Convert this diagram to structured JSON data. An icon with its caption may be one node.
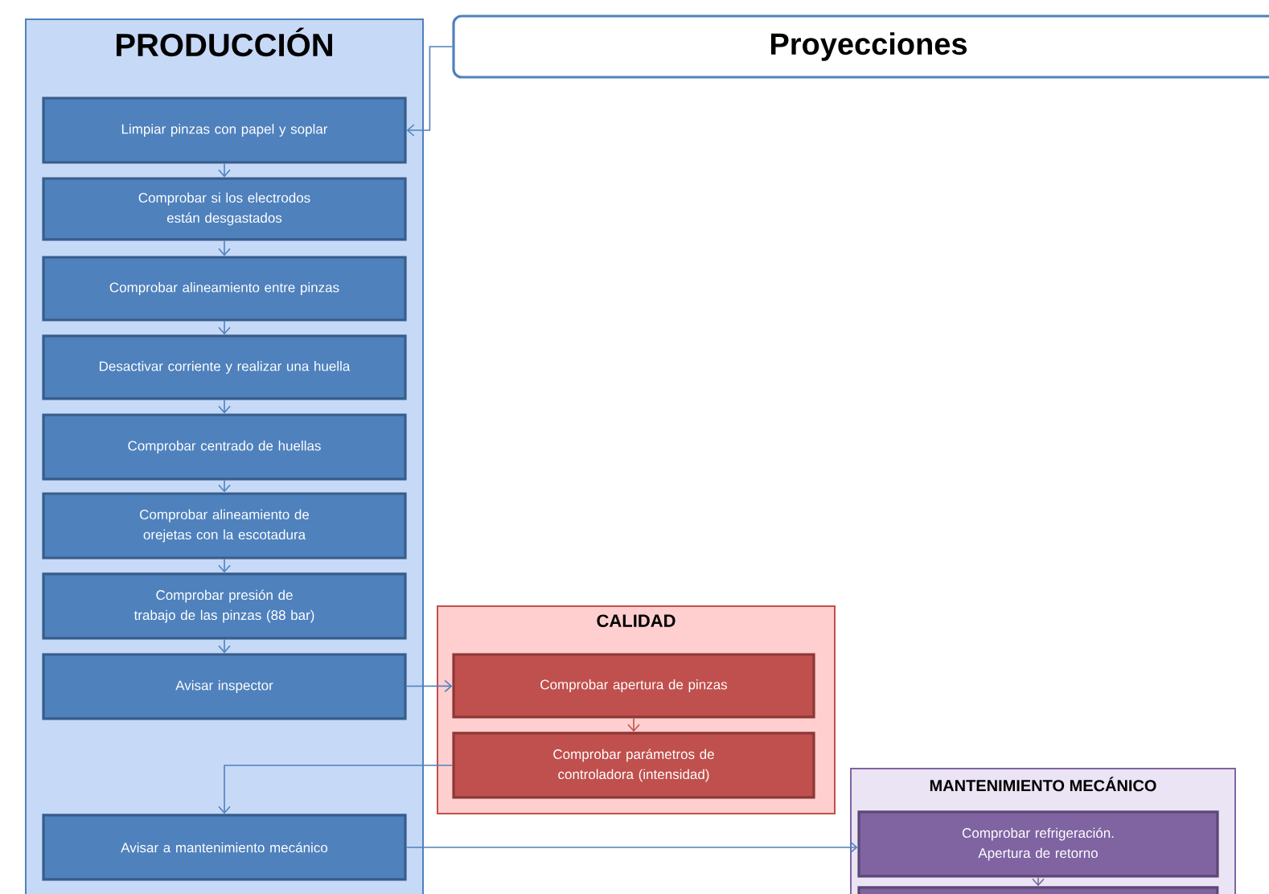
{
  "diagram": {
    "nodes": [
      {
        "text": [
          "PRODUCCIÓN"
        ]
      },
      {
        "text": [
          "Proyecciones"
        ]
      },
      {
        "text": [
          "Limpiar pinzas con papel y soplar"
        ],
        "in": 0
      },
      {
        "text": [
          "Comprobar si los electrodos están desgastados"
        ],
        "in": 0
      },
      {
        "text": [
          "Comprobar alineamiento entre pinzas"
        ],
        "in": 0
      },
      {
        "text": [
          "Desactivar corriente y realizar una huella"
        ],
        "in": 0
      },
      {
        "text": [
          "Comprobar centrado de huellas"
        ],
        "in": 0
      },
      {
        "text": [
          "Comprobar alineamiento de orejetas con la escotadura"
        ],
        "in": 0
      },
      {
        "text": [
          "Comprobar presión de trabajo de las pinzas (88 bar)"
        ],
        "in": 0
      },
      {
        "text": [
          "Avisar inspector"
        ],
        "in": 0
      },
      {
        "text": [
          "Avisar a mantenimiento mecánico"
        ],
        "in": 0
      },
      {
        "text": [
          "CALIDAD"
        ]
      },
      {
        "text": [
          "Comprobar apertura de pinzas"
        ],
        "in": 11
      },
      {
        "text": [
          "Comprobar parámetros de controladora (intensidad)"
        ],
        "in": 11
      },
      {
        "text": [
          "MANTENIMIENTO MECÁNICO"
        ]
      },
      {
        "text": [
          "Comprobar refrigeración. Apertura de retorno"
        ],
        "in": 14
      },
      {
        "text": [],
        "shape": "box",
        "in": 14
      }
    ],
    "edges": [
      {
        "from": 1,
        "to": 2,
        "arrow": "to"
      },
      {
        "from": 2,
        "to": 3,
        "arrow": "to"
      },
      {
        "from": 3,
        "to": 4,
        "arrow": "to"
      },
      {
        "from": 4,
        "to": 5,
        "arrow": "to"
      },
      {
        "from": 5,
        "to": 6,
        "arrow": "to"
      },
      {
        "from": 6,
        "to": 7,
        "arrow": "to"
      },
      {
        "from": 7,
        "to": 8,
        "arrow": "to"
      },
      {
        "from": 8,
        "to": 9,
        "arrow": "to"
      },
      {
        "from": 9,
        "to": 12,
        "arrow": "to"
      },
      {
        "from": 12,
        "to": 13,
        "arrow": "to",
        "color": "#c0504d"
      },
      {
        "from": 13,
        "to": 10,
        "arrow": "to"
      },
      {
        "from": 10,
        "to": 15,
        "arrow": "to"
      },
      {
        "from": 15,
        "to": 16,
        "arrow": "to",
        "color": "#8064a2"
      }
    ]
  }
}
